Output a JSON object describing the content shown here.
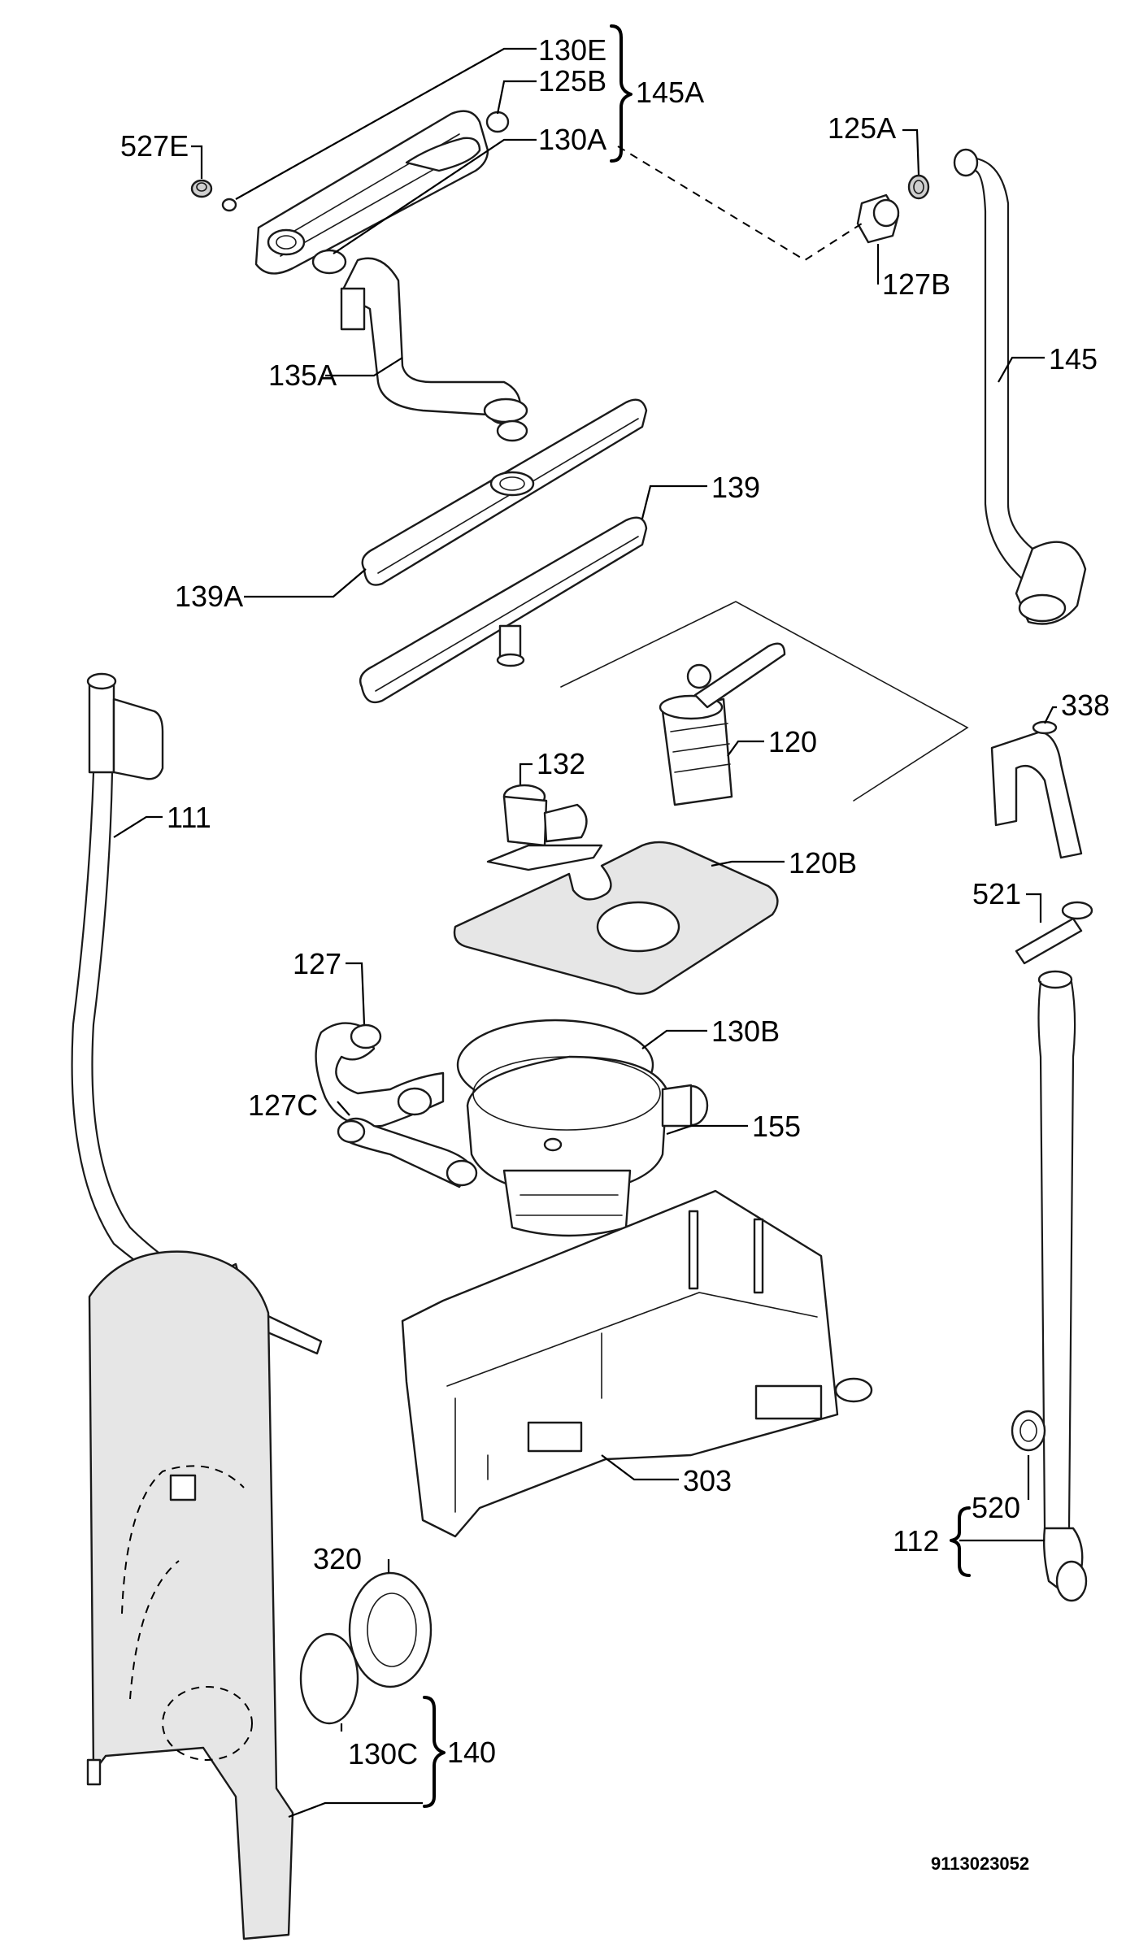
{
  "labels": {
    "p130e": "130E",
    "p125b": "125B",
    "p145a": "145A",
    "p527e": "527E",
    "p130a": "130A",
    "p125a": "125A",
    "p127b": "127B",
    "p145": "145",
    "p135a": "135A",
    "p139": "139",
    "p139a": "139A",
    "p338": "338",
    "p111": "111",
    "p120": "120",
    "p132": "132",
    "p120b": "120B",
    "p521": "521",
    "p127": "127",
    "p130b": "130B",
    "p127c": "127C",
    "p155": "155",
    "p303": "303",
    "p520": "520",
    "p112": "112",
    "p320": "320",
    "p130c": "130C",
    "p140": "140"
  },
  "drawing_code": "9113023052"
}
